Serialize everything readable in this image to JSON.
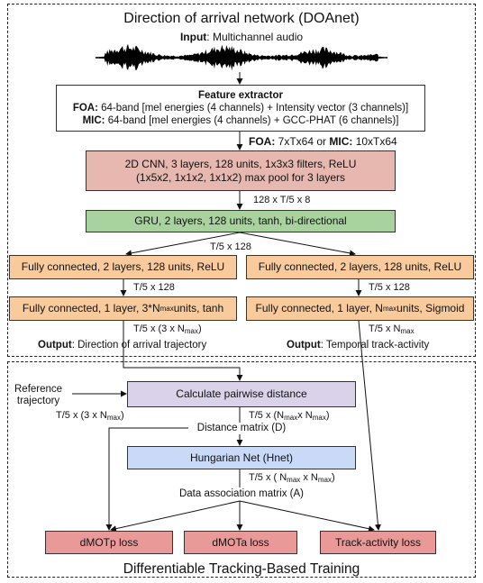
{
  "doanet": {
    "title": "Direction of arrival network (DOAnet)",
    "input_label": "Input",
    "input_text": ": Multichannel audio"
  },
  "feature_extractor": {
    "title": "Feature extractor",
    "foa_label": "FOA:",
    "foa_text": " 64-band [mel energies (4 channels) + Intensity vector (3 channels)]",
    "mic_label": "MIC:",
    "mic_text": " 64-band [mel energies (4 channels) + GCC-PHAT (6 channels)]"
  },
  "shape_feat": {
    "foa_label": "FOA:",
    "foa_text": " 7xTx64 or ",
    "mic_label": "MIC:",
    "mic_text": " 10xTx64"
  },
  "cnn": {
    "line1": "2D CNN, 3 layers, 128 units, 1x3x3 filters, ReLU",
    "line2": "(1x5x2, 1x1x2, 1x1x2) max pool for 3 layers"
  },
  "shape_cnn": "128 x T/5 x 8",
  "gru": "GRU, 2 layers, 128 units, tanh, bi-directional",
  "shape_gru": "T/5 x 128",
  "fc_left_1": "Fully connected, 2 layers, 128 units, ReLU",
  "fc_right_1": "Fully connected, 2 layers, 128 units, ReLU",
  "shape_fc_left": "T/5 x 128",
  "shape_fc_right": "T/5 x 128",
  "fc_left_2": {
    "prefix": "Fully connected, 1 layer, 3*N",
    "sub": "max",
    "suffix": "units, tanh"
  },
  "fc_right_2": {
    "prefix": "Fully connected, 1 layer, N",
    "sub": "max",
    "suffix": " units, Sigmoid"
  },
  "shape_out_left": {
    "prefix": "T/5 x (3 x N",
    "sub": "max",
    "suffix": ")"
  },
  "shape_out_right": {
    "prefix": "T/5 x N",
    "sub": "max",
    "suffix": ""
  },
  "output_left": {
    "label": "Output",
    "text": ": Direction of arrival trajectory"
  },
  "output_right": {
    "label": "Output",
    "text": ": Temporal track-activity"
  },
  "training": {
    "title": "Differentiable Tracking-Based Training",
    "reference_line1": "Reference",
    "reference_line2": "trajectory",
    "shape_ref": {
      "prefix": "T/5 x (3 x N",
      "sub": "max",
      "suffix": ")"
    },
    "pairwise": "Calculate pairwise distance",
    "shape_dist": {
      "prefix": "T/5 x (N",
      "sub1": "max",
      "mid": "x N",
      "sub2": "max",
      "suffix": ")"
    },
    "distance_matrix": "Distance matrix (D)",
    "hnet": "Hungarian Net (Hnet)",
    "shape_assoc": {
      "prefix": "T/5 x ( N",
      "sub1": "max",
      "mid": " x N",
      "sub2": "max",
      "suffix": ")"
    },
    "assoc_matrix": "Data association matrix (A)",
    "loss_1": "dMOTp loss",
    "loss_2": "dMOTa loss",
    "loss_3": "Track-activity loss"
  },
  "colors": {
    "cnn": "#e6b8b0",
    "gru": "#a9d39e",
    "fc": "#f9cb9c",
    "pairwise": "#d9d2e9",
    "hnet": "#c9daf8",
    "loss": "#ea9999"
  }
}
